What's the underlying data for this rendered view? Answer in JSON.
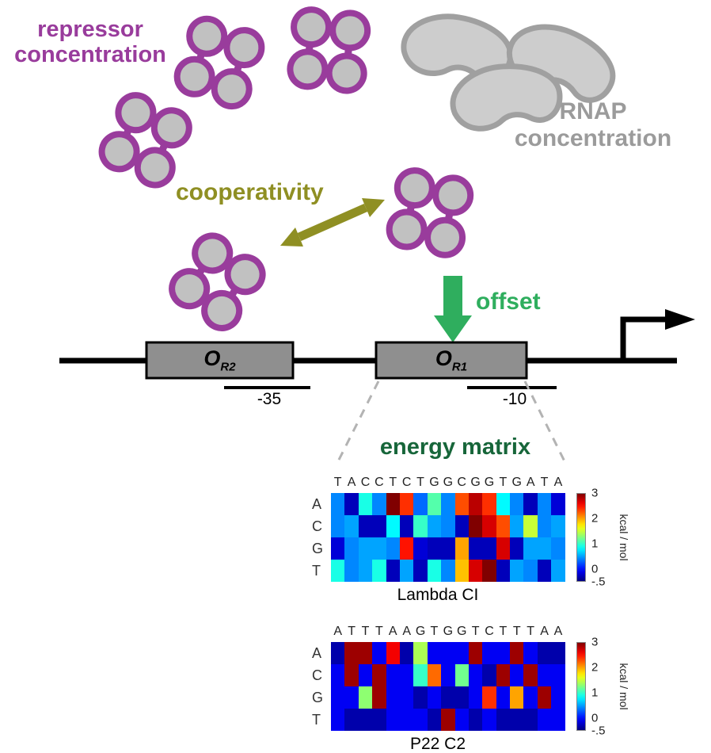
{
  "labels": {
    "repressor_line1": "repressor",
    "repressor_line2": "concentration",
    "rnap_line1": "RNAP",
    "rnap_line2": "concentration",
    "cooperativity": "cooperativity",
    "offset": "offset",
    "energy_matrix": "energy matrix",
    "minus35": "-35",
    "minus10": "-10"
  },
  "operators": [
    {
      "main": "O",
      "sub": "R2"
    },
    {
      "main": "O",
      "sub": "R1"
    }
  ],
  "colors": {
    "purple": "#993c9c",
    "olive": "#8f8f23",
    "green": "#2fae5e",
    "dark_green": "#17663a",
    "gray_text": "#9b9b9b",
    "molecule_fill": "#c1c1c1",
    "blob_fill": "#cdcdcd",
    "blob_stroke": "#a0a0a0",
    "operator_fill": "#8f8f8f"
  },
  "chart_data": [
    {
      "type": "heatmap",
      "title": "Lambda CI",
      "x_tick_labels": [
        "T",
        "A",
        "C",
        "C",
        "T",
        "C",
        "T",
        "G",
        "G",
        "C",
        "G",
        "G",
        "T",
        "G",
        "A",
        "T",
        "A"
      ],
      "y_tick_labels": [
        "A",
        "C",
        "G",
        "T"
      ],
      "colorbar": {
        "label": "kcal / mol",
        "ticks": [
          "3",
          "2",
          "1",
          "0",
          "-.5"
        ],
        "range": [
          -0.5,
          3
        ],
        "colormap": "jet"
      },
      "values": [
        [
          0.4,
          -0.3,
          0.9,
          0.4,
          3.0,
          2.4,
          0.3,
          1.1,
          0.4,
          2.3,
          2.8,
          2.4,
          0.8,
          0.4,
          -0.3,
          0.4,
          -0.2
        ],
        [
          0.4,
          0.5,
          -0.3,
          -0.3,
          0.8,
          -0.3,
          1.0,
          0.5,
          0.4,
          -0.3,
          3.0,
          2.7,
          2.3,
          0.5,
          1.5,
          0.4,
          0.5
        ],
        [
          -0.2,
          0.4,
          0.5,
          0.5,
          0.4,
          2.5,
          -0.2,
          -0.3,
          -0.3,
          2.0,
          -0.3,
          -0.3,
          2.7,
          -0.3,
          0.5,
          0.5,
          0.4
        ],
        [
          0.9,
          0.4,
          0.5,
          0.9,
          -0.3,
          0.5,
          -0.3,
          0.9,
          0.4,
          1.9,
          2.7,
          3.0,
          -0.3,
          0.5,
          0.4,
          -0.3,
          0.5
        ]
      ]
    },
    {
      "type": "heatmap",
      "title": "P22 C2",
      "x_tick_labels": [
        "A",
        "T",
        "T",
        "T",
        "A",
        "A",
        "G",
        "T",
        "G",
        "G",
        "T",
        "C",
        "T",
        "T",
        "T",
        "A",
        "A"
      ],
      "y_tick_labels": [
        "A",
        "C",
        "G",
        "T"
      ],
      "colorbar": {
        "label": "kcal / mol",
        "ticks": [
          "3",
          "2",
          "1",
          "0",
          "-.5"
        ],
        "range": [
          -0.5,
          3
        ],
        "colormap": "jet"
      },
      "values": [
        [
          -0.35,
          2.9,
          2.9,
          -0.1,
          2.6,
          -0.35,
          1.4,
          -0.1,
          -0.1,
          -0.1,
          2.9,
          -0.1,
          -0.1,
          2.9,
          -0.1,
          -0.35,
          -0.35
        ],
        [
          -0.1,
          2.9,
          -0.1,
          2.9,
          -0.1,
          -0.1,
          1.0,
          2.2,
          -0.1,
          1.2,
          -0.1,
          -0.35,
          2.9,
          -0.1,
          2.9,
          -0.1,
          -0.1
        ],
        [
          -0.1,
          -0.1,
          1.3,
          2.9,
          -0.1,
          -0.1,
          -0.35,
          -0.1,
          -0.35,
          -0.35,
          -0.1,
          2.4,
          -0.1,
          2.0,
          -0.1,
          2.9,
          -0.1
        ],
        [
          -0.1,
          -0.35,
          -0.35,
          -0.35,
          -0.1,
          -0.1,
          -0.1,
          -0.35,
          2.9,
          -0.1,
          -0.35,
          -0.1,
          -0.35,
          -0.35,
          -0.35,
          -0.1,
          -0.1
        ]
      ]
    }
  ]
}
